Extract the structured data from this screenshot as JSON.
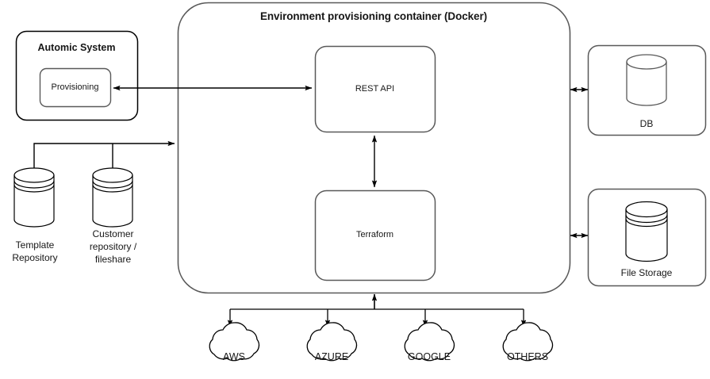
{
  "diagram": {
    "title": "Environment provisioning container (Docker)",
    "container": {
      "label": "Environment provisioning container (Docker)",
      "shape": "rounded-rectangle",
      "stroke": "#595959"
    },
    "automic_system": {
      "label": "Automic System",
      "inner": {
        "label": "Provisioning"
      }
    },
    "services": [
      {
        "id": "rest-api",
        "label": "REST API"
      },
      {
        "id": "terraform",
        "label": "Terraform"
      }
    ],
    "storages": [
      {
        "id": "db",
        "label": "DB",
        "icon": "cylinder-icon"
      },
      {
        "id": "file-storage",
        "label": "File Storage",
        "icon": "stacked-cylinder-icon"
      }
    ],
    "repositories": [
      {
        "id": "template-repository",
        "label": "Template\nRepository",
        "icon": "stacked-cylinder-icon"
      },
      {
        "id": "customer-repository",
        "label": "Customer\nrepository /\nfileshare",
        "icon": "stacked-cylinder-icon"
      }
    ],
    "clouds": [
      {
        "id": "aws",
        "label": "AWS"
      },
      {
        "id": "azure",
        "label": "AZURE"
      },
      {
        "id": "google",
        "label": "GOOGLE"
      },
      {
        "id": "others",
        "label": "OTHERS"
      }
    ],
    "connections": [
      {
        "id": "provisioning-restapi",
        "from": "Provisioning",
        "to": "REST API",
        "arrow": "double"
      },
      {
        "id": "repos-container",
        "from": "Repositories",
        "to": "Environment provisioning container (Docker)",
        "arrow": "single"
      },
      {
        "id": "restapi-terraform",
        "from": "REST API",
        "to": "Terraform",
        "arrow": "double"
      },
      {
        "id": "container-db",
        "from": "Environment provisioning container (Docker)",
        "to": "DB",
        "arrow": "double"
      },
      {
        "id": "container-filestorage",
        "from": "Environment provisioning container (Docker)",
        "to": "File Storage",
        "arrow": "double"
      },
      {
        "id": "clouds-container",
        "from": "Clouds",
        "to": "Environment provisioning container (Docker)",
        "arrow": "single"
      }
    ],
    "colors": {
      "stroke_dark": "#000000",
      "stroke_gray": "#595959",
      "text": "#171717",
      "background": "#ffffff"
    }
  }
}
